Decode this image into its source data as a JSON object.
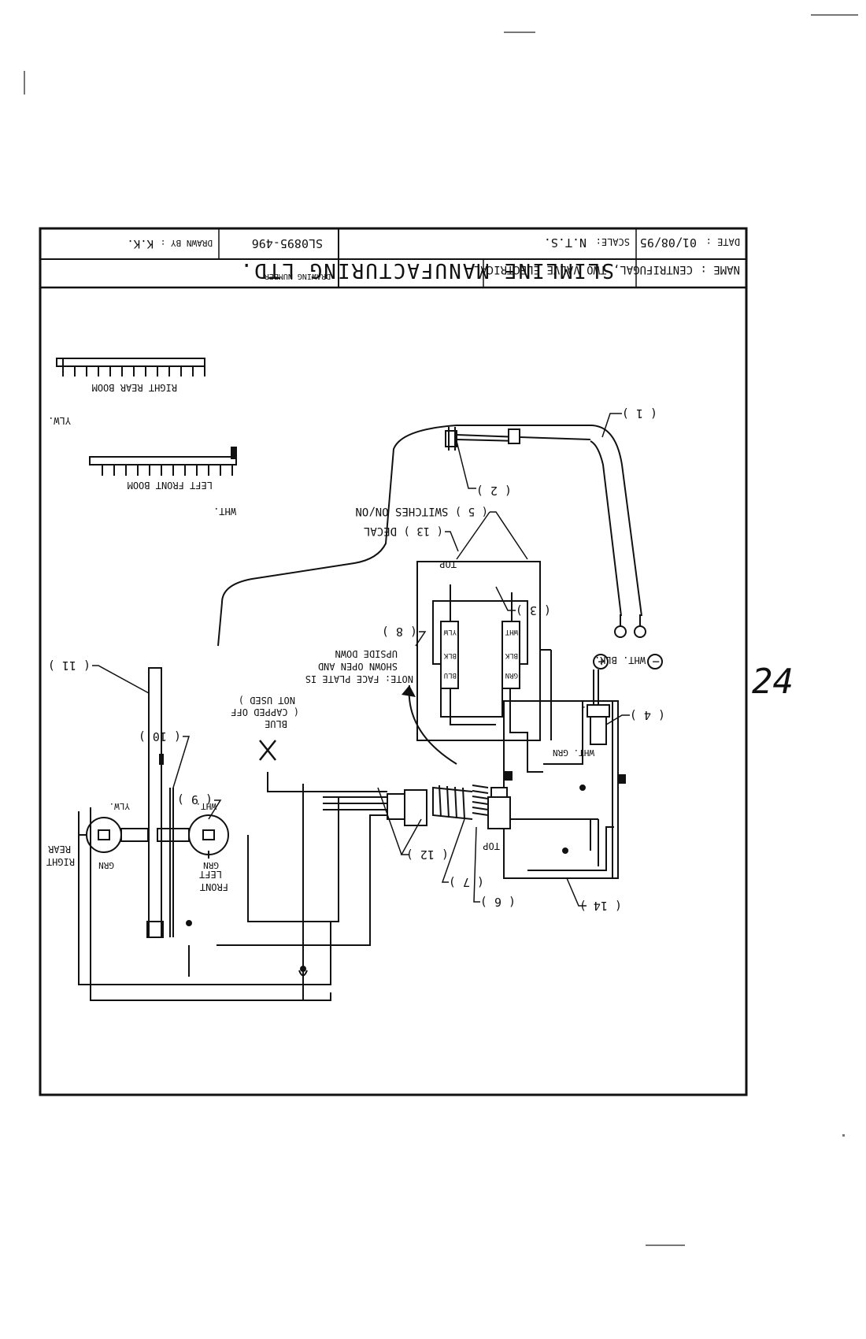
{
  "page_number": "24",
  "title_block": {
    "company": "SLIMLINE MANUFACTURING LTD.",
    "name_label": "NAME :",
    "name_value": "CENTRIFUGAL, TWO VALVE ELECTRICAL",
    "date_label": "DATE :",
    "date_value": "01/08/95",
    "scale_label": "SCALE:",
    "scale_value": "N.T.S.",
    "drawing_number_label": "DRAWING NUMBER",
    "drawing_number_value": "SL0895-496",
    "drawn_by_label": "DRAWN BY :",
    "drawn_by_value": "K.K."
  },
  "callouts": {
    "c1": "( 1 )",
    "c2": "( 2 )",
    "c3": "( 3 )",
    "c4": "( 4 )",
    "c5": "( 5 ) SWITCHES ON/ON",
    "c6": "( 6 )",
    "c7": "( 7 )",
    "c8": "( 8 )",
    "c9": "( 9 )",
    "c10": "( 10 )",
    "c11": "( 11 )",
    "c12": "( 12 )",
    "c13": "( 13 ) DECAL",
    "c14": "( 14 )"
  },
  "labels": {
    "right_rear_boom": "RIGHT REAR BOOM",
    "left_front_boom": "LEFT FRONT BOOM",
    "ylw": "YLW.",
    "wht": "WHT.",
    "battery_wht_blk": "WHT. BLK.",
    "minus": "−",
    "plus": "+",
    "top": "TOP",
    "note_line1": "NOTE: FACE PLATE IS",
    "note_line2": "SHOWN OPEN AND",
    "note_line3": "UPSIDE DOWN",
    "blue_line1": "BLUE",
    "blue_line2": "( CAPPED OFF",
    "blue_line3": "NOT USED )",
    "blk": "BLK.",
    "wht_grn": "WHT. GRN",
    "grn": "GRN",
    "front_line1": "FRONT",
    "front_line2": "LEFT",
    "right_line1": "RIGHT",
    "right_line2": "REAR",
    "sw1_a": "GRN",
    "sw1_b": "BLK",
    "sw1_c": "WHT",
    "sw2_a": "BLU",
    "sw2_b": "BLK",
    "sw2_c": "YLW",
    "switch_grn": "GRN"
  }
}
